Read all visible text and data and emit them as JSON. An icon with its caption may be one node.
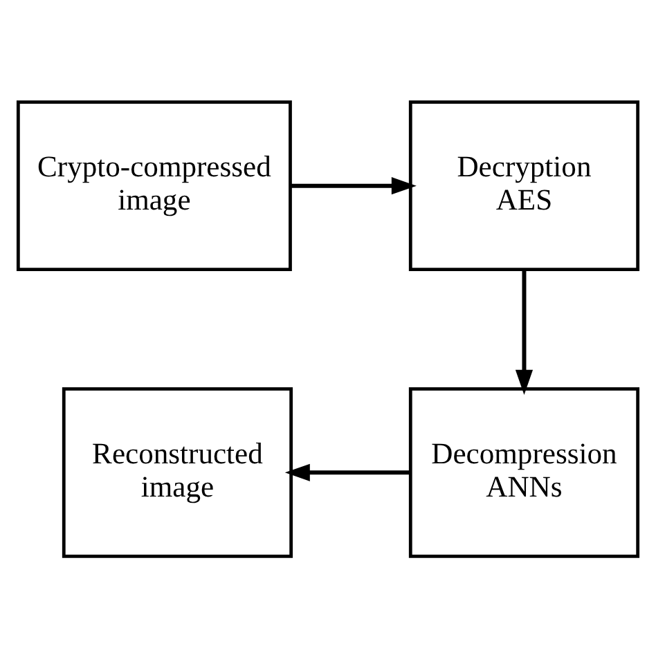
{
  "diagram": {
    "nodes": [
      {
        "text": [
          "Crypto-compressed image"
        ]
      },
      {
        "text": [
          "Decryption AES"
        ]
      },
      {
        "text": [
          "Decompression ANNs"
        ]
      },
      {
        "text": [
          "Reconstructed image"
        ]
      }
    ],
    "edges": [
      {
        "from": 0,
        "to": 1,
        "arrow": "to"
      },
      {
        "from": 1,
        "to": 2,
        "arrow": "to"
      },
      {
        "from": 2,
        "to": 3,
        "arrow": "to"
      }
    ]
  }
}
